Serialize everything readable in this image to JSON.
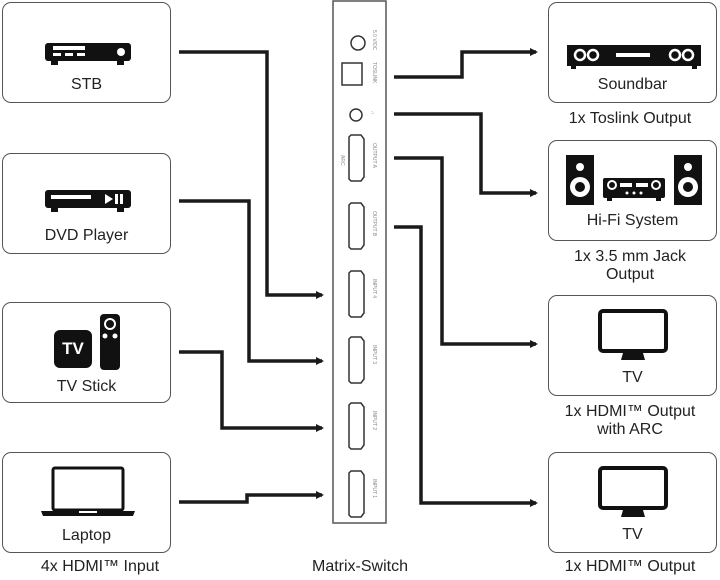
{
  "inputs": {
    "caption": "4x HDMI™ Input",
    "devices": [
      {
        "label": "STB",
        "icon": "set-top-box-icon"
      },
      {
        "label": "DVD Player",
        "icon": "dvd-player-icon"
      },
      {
        "label": "TV Stick",
        "icon": "tv-stick-icon",
        "icon_text": "TV"
      },
      {
        "label": "Laptop",
        "icon": "laptop-icon"
      }
    ]
  },
  "switch": {
    "caption": "Matrix-Switch",
    "ports": [
      "5.0 V/DC",
      "TOSLINK",
      "∩",
      "ARC",
      "OUTPUT A",
      "OUTPUT B",
      "INPUT 4",
      "INPUT 3",
      "INPUT 2",
      "INPUT 1"
    ]
  },
  "outputs": [
    {
      "label": "Soundbar",
      "icon": "soundbar-icon",
      "caption": [
        "1x Toslink Output"
      ]
    },
    {
      "label": "Hi-Fi System",
      "icon": "hifi-system-icon",
      "caption": [
        "1x 3.5 mm Jack",
        "Output"
      ]
    },
    {
      "label": "TV",
      "icon": "tv-icon",
      "caption": [
        "1x HDMI™ Output",
        "with ARC"
      ]
    },
    {
      "label": "TV",
      "icon": "tv-icon",
      "caption": [
        "1x HDMI™ Output"
      ]
    }
  ],
  "colors": {
    "line": "#1a1a1a",
    "border": "#555555"
  }
}
